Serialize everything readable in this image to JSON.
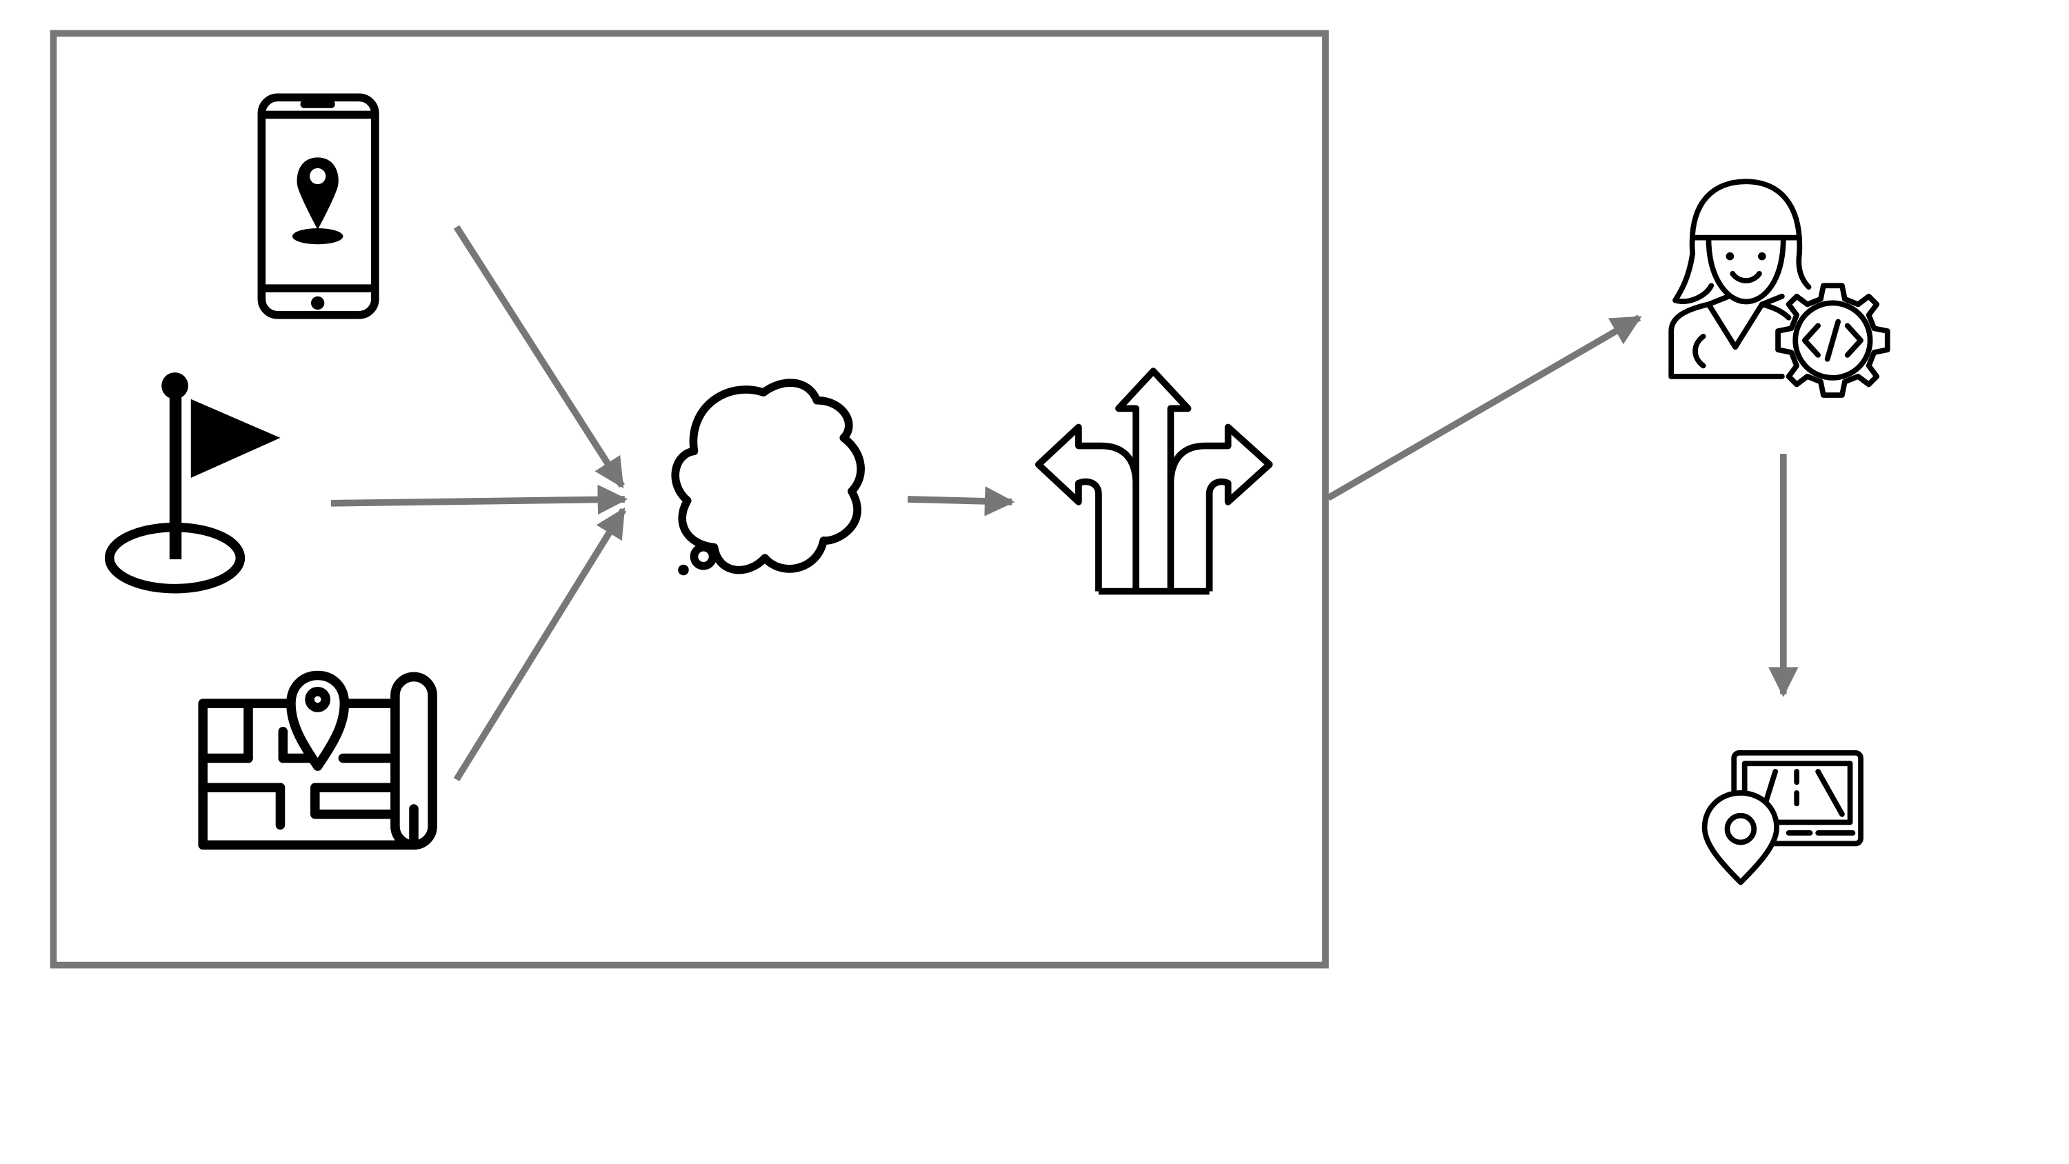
{
  "diagram": {
    "icons": [
      {
        "id": "phone",
        "icon": "smartphone-location-icon"
      },
      {
        "id": "flag",
        "icon": "destination-flag-icon"
      },
      {
        "id": "map",
        "icon": "map-pin-icon"
      },
      {
        "id": "cloud",
        "icon": "thought-cloud-icon"
      },
      {
        "id": "directions",
        "icon": "direction-arrows-icon"
      },
      {
        "id": "developer",
        "icon": "developer-gear-icon"
      },
      {
        "id": "navigator",
        "icon": "gps-navigator-icon"
      }
    ],
    "connections": [
      {
        "from": "phone",
        "to": "cloud"
      },
      {
        "from": "flag",
        "to": "cloud"
      },
      {
        "from": "map",
        "to": "cloud"
      },
      {
        "from": "cloud",
        "to": "directions"
      },
      {
        "from": "group-box",
        "to": "developer"
      },
      {
        "from": "developer",
        "to": "navigator"
      }
    ]
  },
  "colors": {
    "box_stroke": "#777777",
    "arrow": "#777777",
    "icon": "#000000",
    "background": "#ffffff"
  }
}
